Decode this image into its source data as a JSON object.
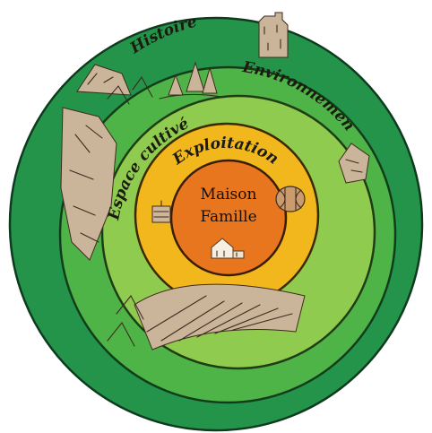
{
  "rings": {
    "outer": {
      "label": "Histoire",
      "color": "#25944b"
    },
    "second": {
      "label": "Environnement",
      "color": "#4fb448"
    },
    "third": {
      "label": "Espace cultivé",
      "color": "#8fcb4f"
    },
    "fourth": {
      "label": "Exploitation",
      "color": "#f1b71d"
    },
    "center": {
      "line1": "Maison",
      "line2": "Famille",
      "color": "#e7761f"
    }
  },
  "illustrations": [
    "tower-sketch",
    "trees-sketch",
    "rock-sketch",
    "cliff-sketch",
    "vineyard-sketch",
    "barrel-sketch",
    "house-sketch",
    "wine-press-sketch"
  ]
}
